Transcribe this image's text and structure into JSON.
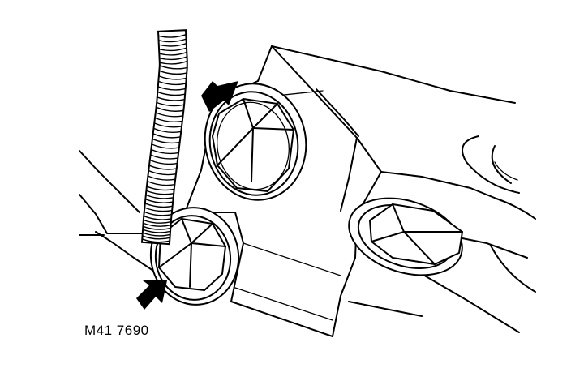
{
  "figure": {
    "reference_code": "M41 7690",
    "callouts": [
      "arrow-upper-bolt",
      "arrow-lower-bolt"
    ],
    "colors": {
      "line": "#000000",
      "background": "#ffffff"
    }
  }
}
